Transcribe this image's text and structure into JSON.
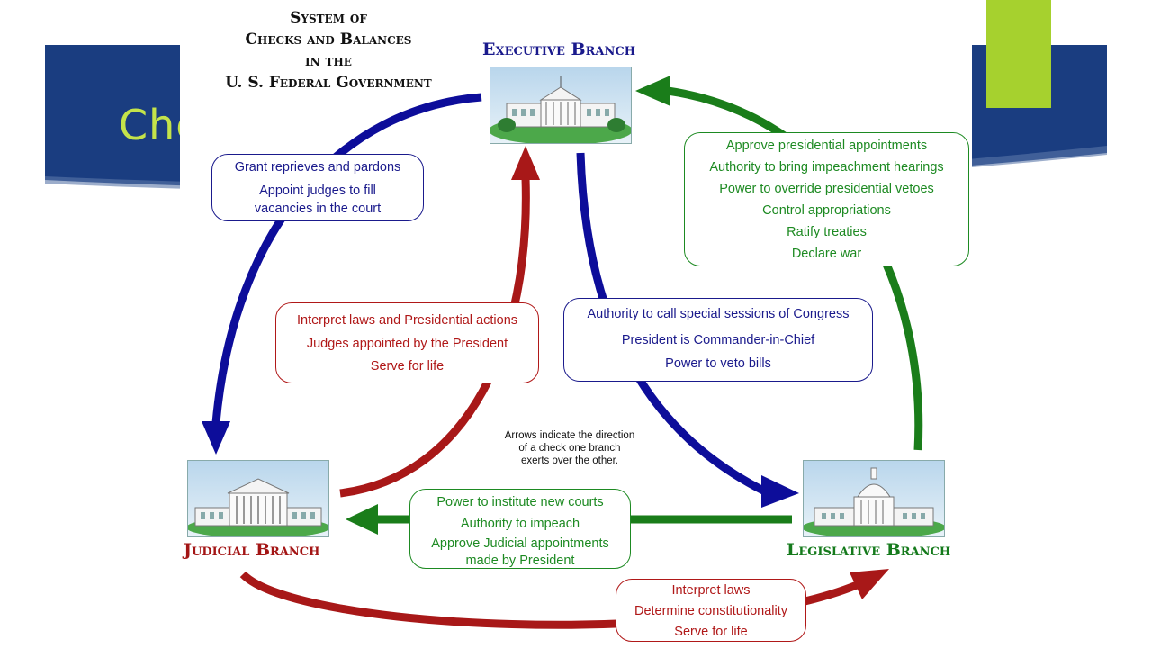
{
  "slide": {
    "title": "Che",
    "banner_color": "#1a3d80",
    "title_color": "#c4e34a",
    "accent_color": "#a6d12e"
  },
  "diagram": {
    "title": "System of\nChecks and Balances\nin the\nU. S. Federal Government",
    "branches": {
      "executive": {
        "label": "Executive Branch",
        "color": "#1a1a8c",
        "icon": "white-house-icon"
      },
      "judicial": {
        "label": "Judicial Branch",
        "color": "#a31515",
        "icon": "supreme-court-icon"
      },
      "legislative": {
        "label": "Legislative Branch",
        "color": "#157a1c",
        "icon": "capitol-icon"
      }
    },
    "checks": {
      "executive_on_judicial": [
        "Grant reprieves and pardons",
        "Appoint judges to fill",
        "vacancies in the court"
      ],
      "legislative_on_executive": [
        "Approve presidential appointments",
        "Authority to bring impeachment hearings",
        "Power to override presidential vetoes",
        "Control appropriations",
        "Ratify treaties",
        "Declare war"
      ],
      "judicial_on_executive": [
        "Interpret laws and Presidential actions",
        "Judges appointed by the President",
        "Serve for life"
      ],
      "executive_on_legislative": [
        "Authority to call special sessions of Congress",
        "President is Commander-in-Chief",
        "Power to veto bills"
      ],
      "legislative_on_judicial": [
        "Power to institute new courts",
        "Authority to impeach",
        "Approve Judicial appointments",
        "made by President"
      ],
      "judicial_on_legislative": [
        "Interpret laws",
        "Determine constitutionality",
        "Serve for life"
      ]
    },
    "note": "Arrows indicate the direction\nof a check one branch\nexerts over the other."
  }
}
